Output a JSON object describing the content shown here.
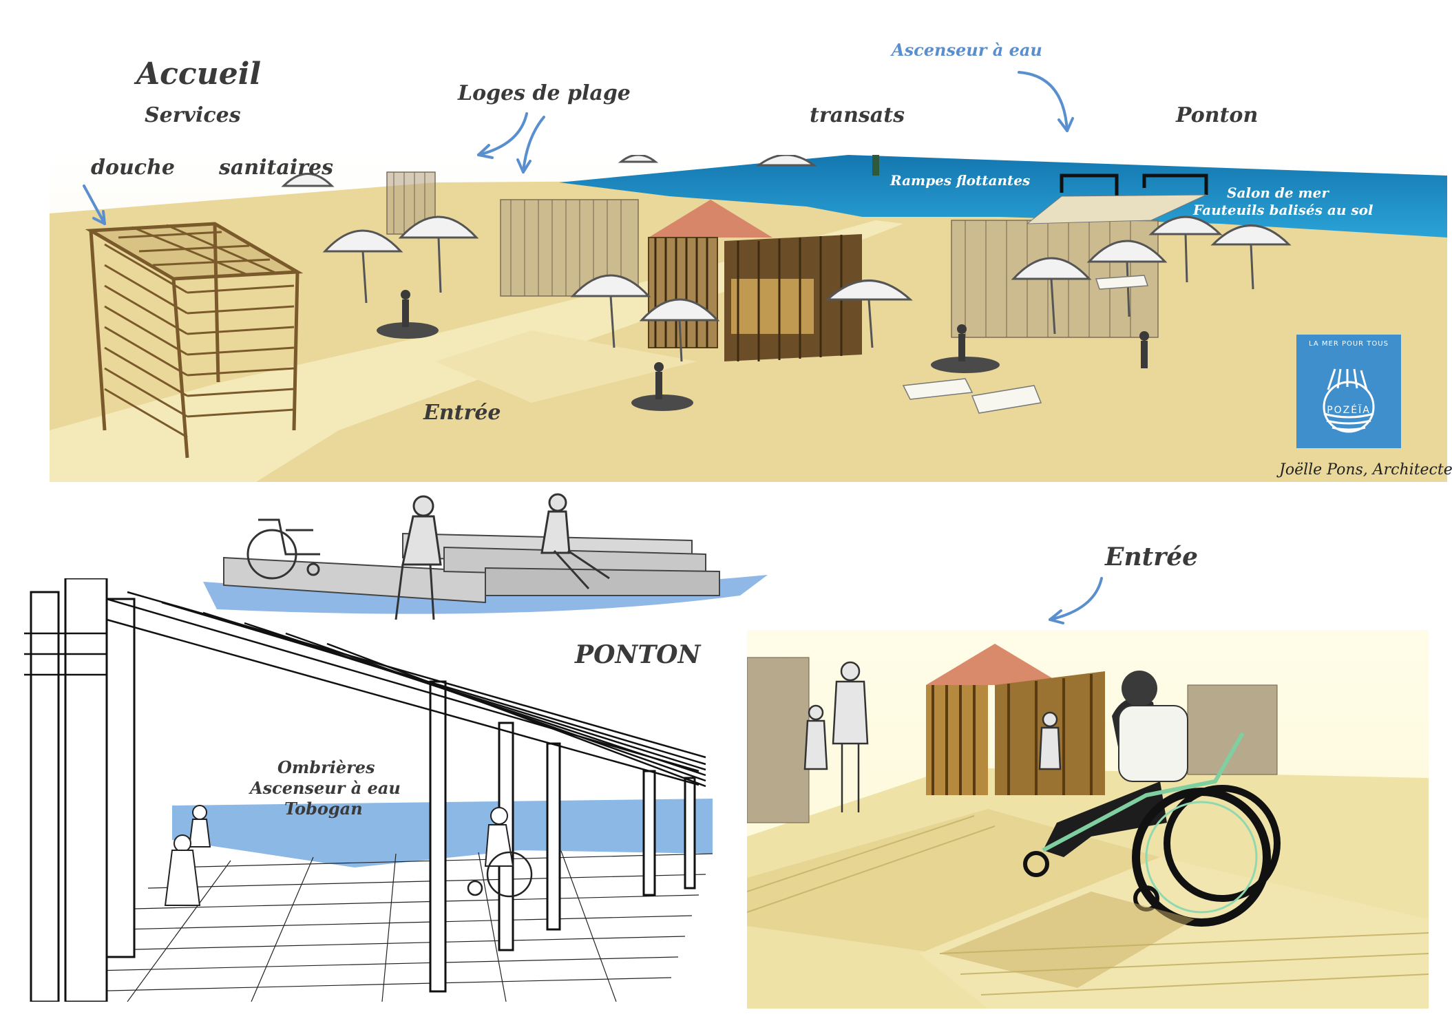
{
  "labels": {
    "accueil": "Accueil",
    "services": "Services",
    "douche": "douche",
    "sanitaires": "sanitaires",
    "loges": "Loges de plage",
    "transats": "transats",
    "ascenseur_top": "Ascenseur à eau",
    "ponton_top": "Ponton",
    "rampes": "Rampes flottantes",
    "salon_line1": "Salon de mer",
    "salon_line2": "Fauteuils balisés au sol",
    "entree_main": "Entrée",
    "entree_bottom": "Entrée",
    "ponton_bottom": "PONTON",
    "ombr_line1": "Ombrières",
    "ombr_line2": "Ascenseur à eau",
    "ombr_line3": "Tobogan",
    "credit": "Joëlle Pons, Architecte"
  },
  "logo": {
    "tagline": "LA MER POUR TOUS",
    "name": "POZÉÏA",
    "color": "#3f8fcd"
  },
  "colors": {
    "sand": "#ead79a",
    "deck": "#f4eab9",
    "sea": "#1b8fc4",
    "wood": "#8a6a3a",
    "arrow": "#5a8fcf"
  }
}
